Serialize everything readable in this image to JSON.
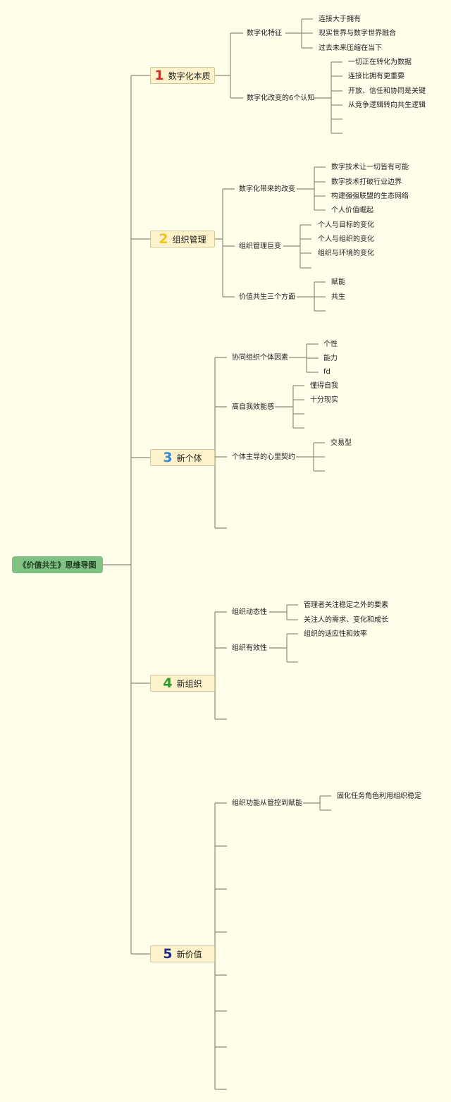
{
  "root": "《价值共生》思维导图",
  "sections": [
    {
      "num": "1",
      "label": "数字化本质",
      "color": "#d92a2a"
    },
    {
      "num": "2",
      "label": "组织管理",
      "color": "#f0c419"
    },
    {
      "num": "3",
      "label": "新个体",
      "color": "#2e8bd8"
    },
    {
      "num": "4",
      "label": "新组织",
      "color": "#2b9a2b"
    },
    {
      "num": "5",
      "label": "新价值",
      "color": "#1f2a8a"
    }
  ],
  "nodes": {
    "s1_topic1": "数字化特征",
    "s1_t1_i1": "连接大于拥有",
    "s1_t1_i2": "现实世界与数字世界融合",
    "s1_t1_i3": "过去未来压缩在当下",
    "s1_topic2": "数字化改变的6个认知",
    "s1_t2_i1": "一切正在转化为数据",
    "s1_t2_i2": "连接比拥有更重要",
    "s1_t2_i3": "开放、信任和协同是关键",
    "s1_t2_i4": "从竞争逻辑转向共生逻辑",
    "s2_topic1": "数字化带来的改变",
    "s2_t1_i1": "数字技术让一切皆有可能",
    "s2_t1_i2": "数字技术打破行业边界",
    "s2_t1_i3": "构建强强联盟的生态网络",
    "s2_t1_i4": "个人价值崛起",
    "s2_topic2": "组织管理巨变",
    "s2_t2_i1": "个人与目标的变化",
    "s2_t2_i2": "个人与组织的变化",
    "s2_t2_i3": "组织与环境的变化",
    "s2_topic3": "价值共生三个方面",
    "s2_t3_i1": "赋能",
    "s2_t3_i2": "共生",
    "s3_topic1": "协同组织个体因素",
    "s3_t1_i1": "个性",
    "s3_t1_i2": "能力",
    "s3_t1_i3": "fd",
    "s3_topic2": "高自我效能感",
    "s3_t2_i1": "懂得自我",
    "s3_t2_i2": "十分现实",
    "s3_topic3": "个体主导的心里契约",
    "s3_t3_i1": "交易型",
    "s4_topic1": "组织动态性",
    "s4_t1_i1": "管理者关注稳定之外的要素",
    "s4_t1_i2": "关注人的需求、变化和成长",
    "s4_topic2": "组织有效性",
    "s4_t2_i1": "组织的适应性和效率",
    "s5_topic1": "组织功能从管控到赋能",
    "s5_t1_i1": "固化任务角色利用组织稳定"
  }
}
